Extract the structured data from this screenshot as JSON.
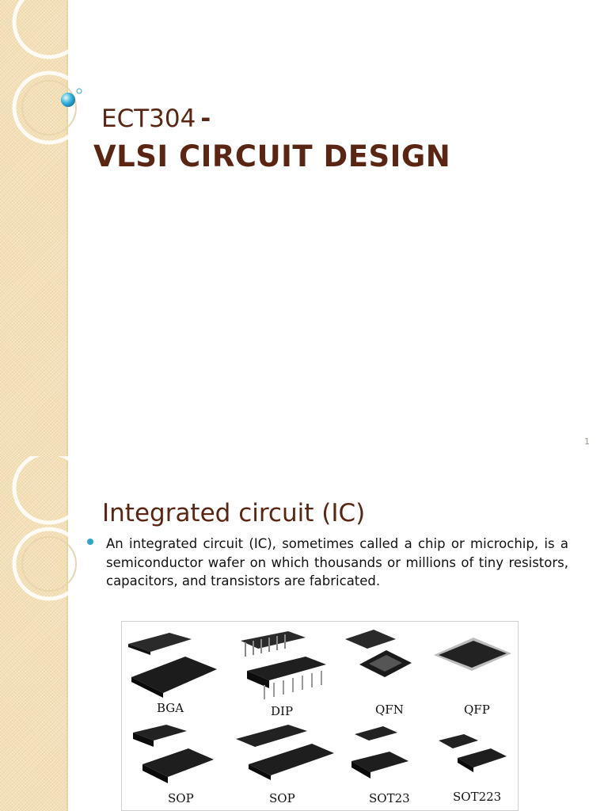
{
  "slide1": {
    "code": "ECT304",
    "separator": "-",
    "title": "VLSI CIRCUIT DESIGN",
    "page_number": "1"
  },
  "slide2": {
    "heading": "Integrated circuit (IC)",
    "bullet": "An integrated circuit (IC), sometimes called a chip or microchip, is a semiconductor wafer on which thousands or millions of tiny resistors, capacitors, and transistors are fabricated.",
    "packages": {
      "bga": "BGA",
      "dip": "DIP",
      "qfn": "QFN",
      "qfp": "QFP",
      "sop1": "SOP",
      "sop2": "SOP",
      "sot23": "SOT23",
      "sot223": "SOT223"
    }
  },
  "colors": {
    "title": "#5a2613",
    "band": "#f4e1b8",
    "bullet": "#2fa6c6"
  }
}
